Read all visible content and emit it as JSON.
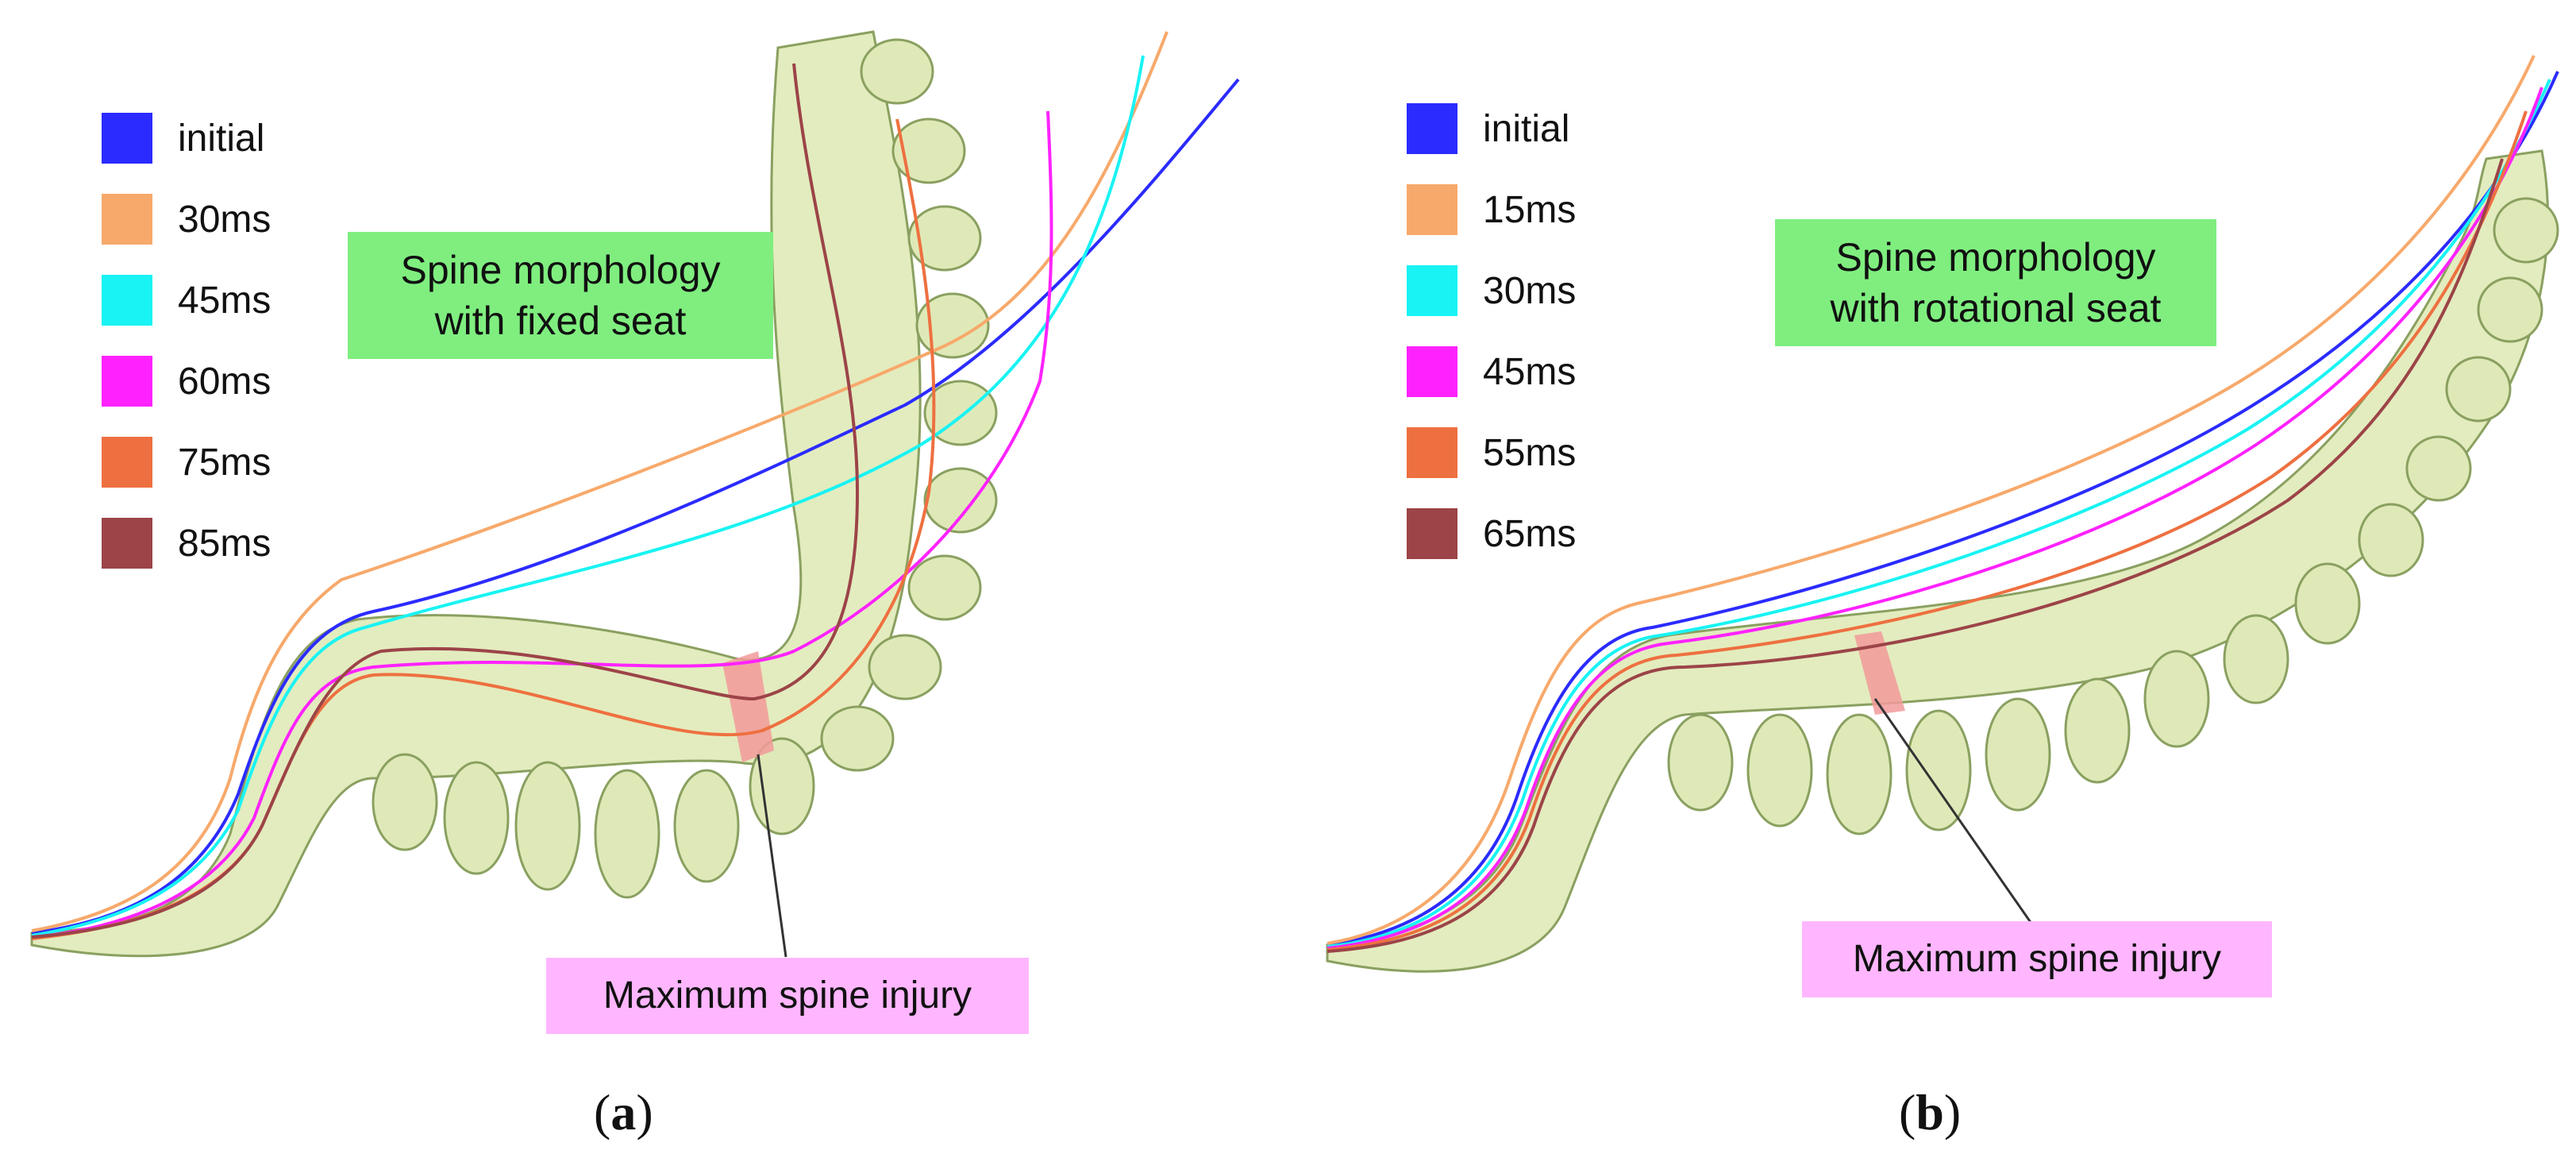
{
  "panels": [
    {
      "id": "a",
      "legend": [
        {
          "label": "initial",
          "color": "#2b2bff"
        },
        {
          "label": "30ms",
          "color": "#f7a96b"
        },
        {
          "label": "45ms",
          "color": "#19f3f3"
        },
        {
          "label": "60ms",
          "color": "#ff22ff"
        },
        {
          "label": "75ms",
          "color": "#ee7040"
        },
        {
          "label": "85ms",
          "color": "#9c4448"
        }
      ],
      "title_lines": [
        "Spine morphology",
        "with fixed seat"
      ],
      "injury_label": "Maximum spine injury",
      "label_letter": "a"
    },
    {
      "id": "b",
      "legend": [
        {
          "label": "initial",
          "color": "#2b2bff"
        },
        {
          "label": "15ms",
          "color": "#f7a96b"
        },
        {
          "label": "30ms",
          "color": "#19f3f3"
        },
        {
          "label": "45ms",
          "color": "#ff22ff"
        },
        {
          "label": "55ms",
          "color": "#ee7040"
        },
        {
          "label": "65ms",
          "color": "#9c4448"
        }
      ],
      "title_lines": [
        "Spine morphology",
        "with rotational seat"
      ],
      "injury_label": "Maximum spine injury",
      "label_letter": "b"
    }
  ],
  "colors": {
    "spine_fill": "#d9e6a8",
    "spine_stroke": "#8aa060",
    "title_bg": "#7fee7f",
    "injury_bg": "#ffb6ff",
    "injury_segment": "#f29a9a"
  }
}
